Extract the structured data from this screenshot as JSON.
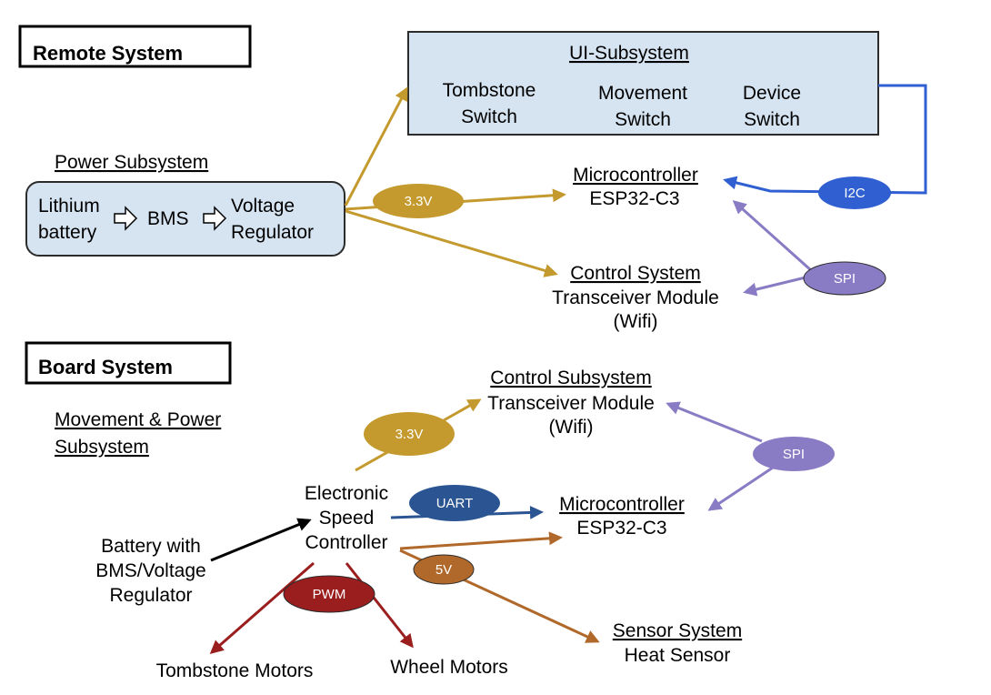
{
  "remote": {
    "title": "Remote System",
    "ui_subsystem": {
      "title": "UI-Subsystem",
      "tombstone_1": "Tombstone",
      "tombstone_2": "Switch",
      "movement_1": "Movement",
      "movement_2": "Switch",
      "device_1": "Device",
      "device_2": "Switch"
    },
    "power_subsystem": {
      "title": "Power Subsystem",
      "lithium_1": "Lithium",
      "lithium_2": "battery",
      "bms": "BMS",
      "regulator_1": "Voltage",
      "regulator_2": "Regulator"
    },
    "microcontroller": {
      "title": "Microcontroller",
      "model": "ESP32-C3"
    },
    "control_system": {
      "title": "Control System",
      "line_1": "Transceiver Module",
      "line_2": "(Wifi)"
    },
    "buses": {
      "v33": "3.3V",
      "i2c": "I2C",
      "spi": "SPI"
    }
  },
  "board": {
    "title": "Board System",
    "movement_power": {
      "line_1": "Movement & Power",
      "line_2": "Subsystem"
    },
    "control_subsystem": {
      "title": "Control Subsystem",
      "line_1": "Transceiver Module",
      "line_2": "(Wifi)"
    },
    "esc": {
      "line_1": "Electronic",
      "line_2": "Speed",
      "line_3": "Controller"
    },
    "battery": {
      "line_1": "Battery with",
      "line_2": "BMS/Voltage",
      "line_3": "Regulator"
    },
    "microcontroller": {
      "title": "Microcontroller",
      "model": "ESP32-C3"
    },
    "sensor_system": {
      "title": "Sensor System",
      "line_1": "Heat Sensor"
    },
    "tombstone_motors": "Tombstone Motors",
    "wheel_motors": "Wheel Motors",
    "buses": {
      "v33": "3.3V",
      "uart": "UART",
      "v5": "5V",
      "spi": "SPI",
      "pwm": "PWM"
    }
  },
  "colors": {
    "power_gold": "#C49A2E",
    "i2c_blue": "#2F5FD0",
    "spi_purple": "#8A7CC4",
    "uart_navy": "#2A5592",
    "v5_brown": "#B0692A",
    "pwm_red": "#9A1E1E",
    "box_fill": "#D6E4F2",
    "box_stroke": "#2B2B2B"
  }
}
